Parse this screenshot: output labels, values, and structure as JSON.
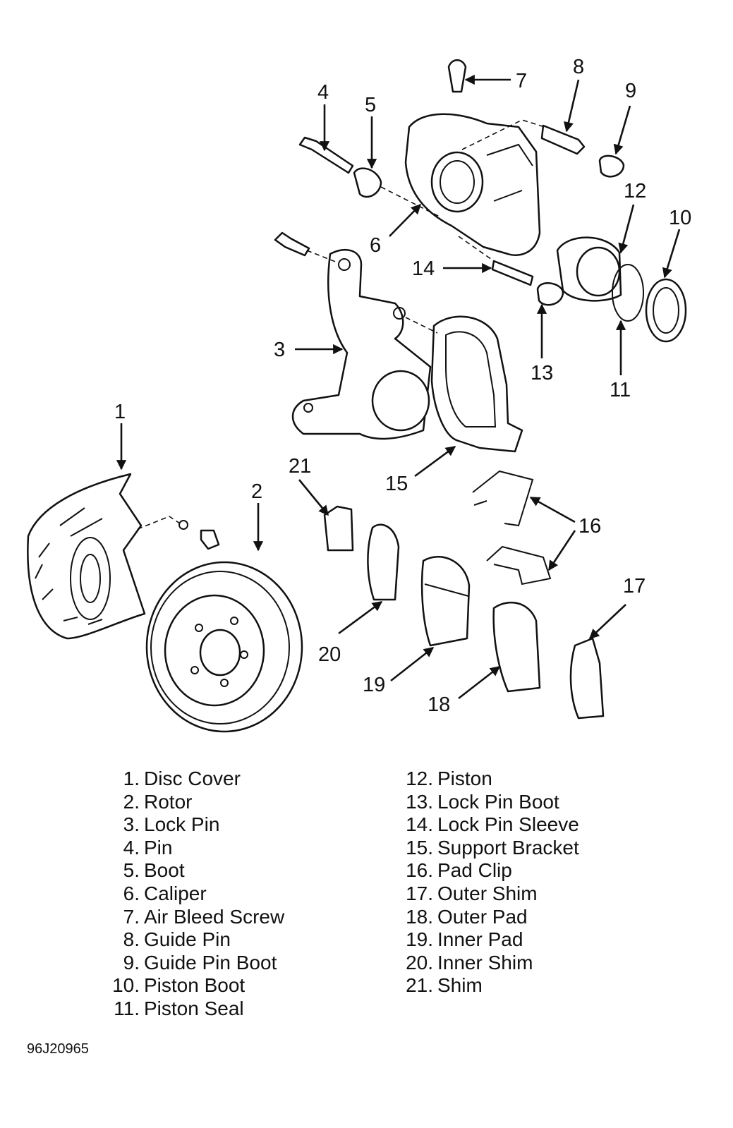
{
  "callouts": [
    {
      "num": "1"
    },
    {
      "num": "2"
    },
    {
      "num": "3"
    },
    {
      "num": "4"
    },
    {
      "num": "5"
    },
    {
      "num": "6"
    },
    {
      "num": "7"
    },
    {
      "num": "8"
    },
    {
      "num": "9"
    },
    {
      "num": "10"
    },
    {
      "num": "11"
    },
    {
      "num": "12"
    },
    {
      "num": "13"
    },
    {
      "num": "14"
    },
    {
      "num": "15"
    },
    {
      "num": "16"
    },
    {
      "num": "17"
    },
    {
      "num": "18"
    },
    {
      "num": "19"
    },
    {
      "num": "20"
    },
    {
      "num": "21"
    }
  ],
  "legend": {
    "left": [
      {
        "num": "1.",
        "label": "Disc Cover"
      },
      {
        "num": "2.",
        "label": "Rotor"
      },
      {
        "num": "3.",
        "label": "Lock Pin"
      },
      {
        "num": "4.",
        "label": "Pin"
      },
      {
        "num": "5.",
        "label": "Boot"
      },
      {
        "num": "6.",
        "label": "Caliper"
      },
      {
        "num": "7.",
        "label": "Air Bleed Screw"
      },
      {
        "num": "8.",
        "label": "Guide Pin"
      },
      {
        "num": "9.",
        "label": "Guide Pin Boot"
      },
      {
        "num": "10.",
        "label": "Piston Boot"
      },
      {
        "num": "11.",
        "label": "Piston Seal"
      }
    ],
    "right": [
      {
        "num": "12.",
        "label": "Piston"
      },
      {
        "num": "13.",
        "label": "Lock Pin Boot"
      },
      {
        "num": "14.",
        "label": "Lock Pin Sleeve"
      },
      {
        "num": "15.",
        "label": "Support Bracket"
      },
      {
        "num": "16.",
        "label": "Pad Clip"
      },
      {
        "num": "17.",
        "label": "Outer Shim"
      },
      {
        "num": "18.",
        "label": "Outer Pad"
      },
      {
        "num": "19.",
        "label": "Inner Pad"
      },
      {
        "num": "20.",
        "label": "Inner Shim"
      },
      {
        "num": "21.",
        "label": "Shim"
      }
    ]
  },
  "figure_id": "96J20965"
}
